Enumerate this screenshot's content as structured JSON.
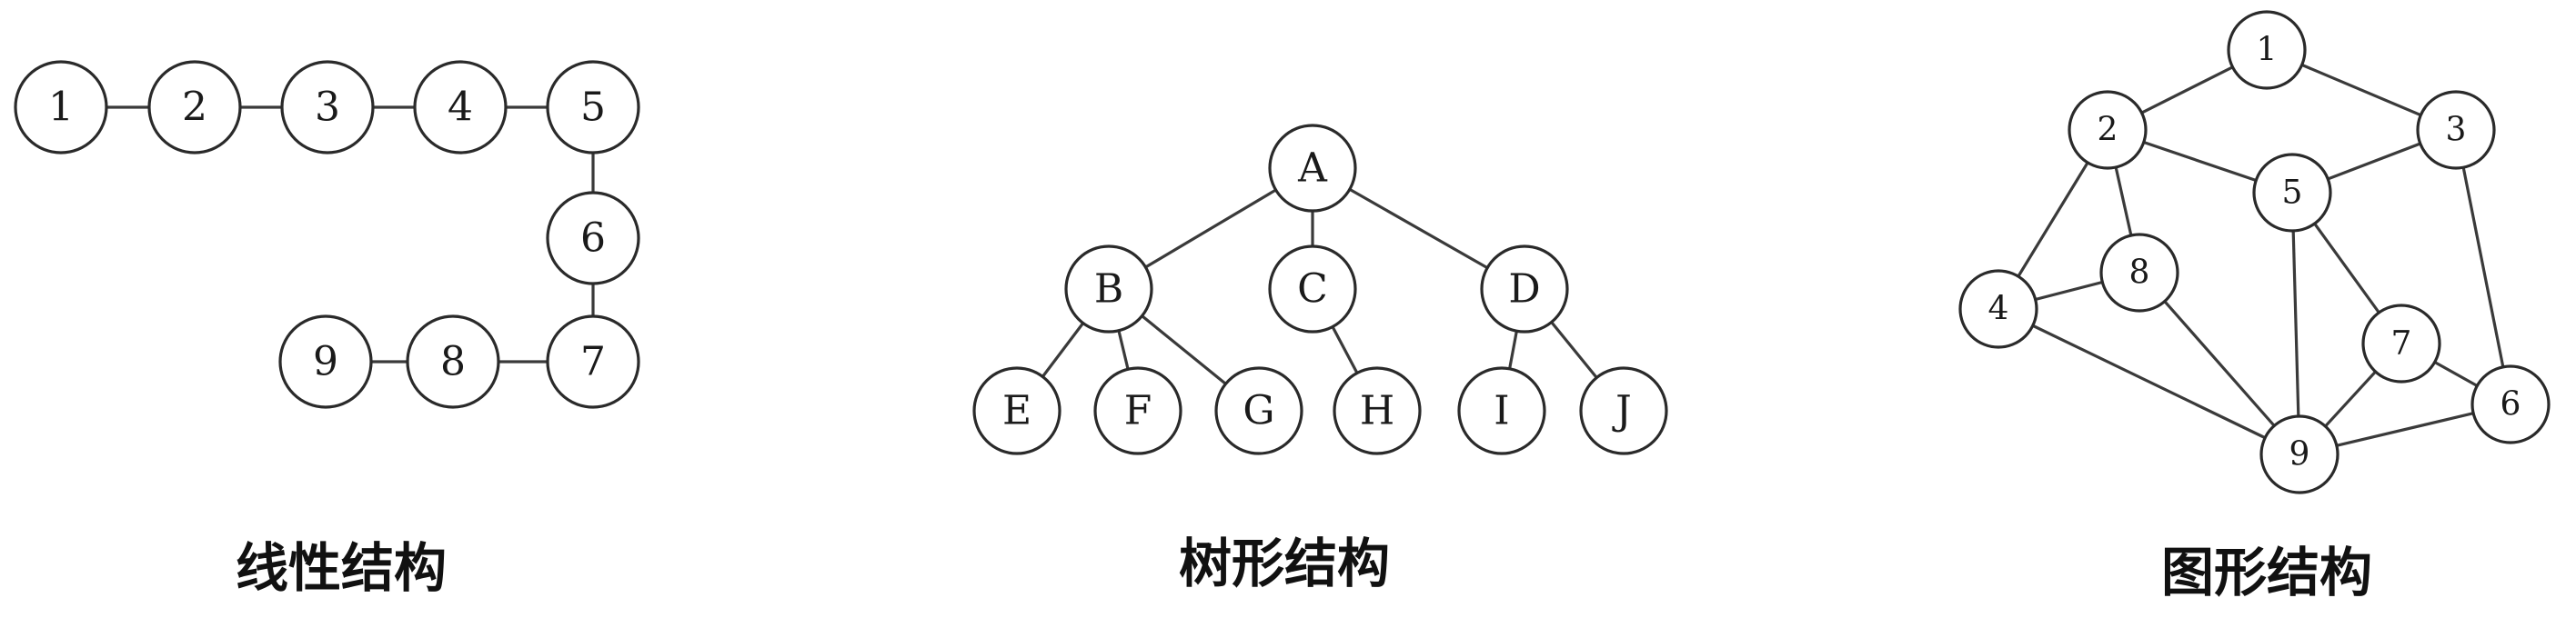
{
  "diagrams": {
    "linear": {
      "caption": "线性结构",
      "nodes": [
        "1",
        "2",
        "3",
        "4",
        "5",
        "6",
        "7",
        "8",
        "9"
      ],
      "edges": [
        [
          "1",
          "2"
        ],
        [
          "2",
          "3"
        ],
        [
          "3",
          "4"
        ],
        [
          "4",
          "5"
        ],
        [
          "5",
          "6"
        ],
        [
          "6",
          "7"
        ],
        [
          "7",
          "8"
        ],
        [
          "8",
          "9"
        ]
      ]
    },
    "tree": {
      "caption": "树形结构",
      "nodes": [
        "A",
        "B",
        "C",
        "D",
        "E",
        "F",
        "G",
        "H",
        "I",
        "J"
      ],
      "edges": [
        [
          "A",
          "B"
        ],
        [
          "A",
          "C"
        ],
        [
          "A",
          "D"
        ],
        [
          "B",
          "E"
        ],
        [
          "B",
          "F"
        ],
        [
          "B",
          "G"
        ],
        [
          "C",
          "H"
        ],
        [
          "D",
          "I"
        ],
        [
          "D",
          "J"
        ]
      ]
    },
    "graph": {
      "caption": "图形结构",
      "nodes": [
        "1",
        "2",
        "3",
        "4",
        "5",
        "6",
        "7",
        "8",
        "9"
      ],
      "edges": [
        [
          "1",
          "2"
        ],
        [
          "1",
          "3"
        ],
        [
          "2",
          "5"
        ],
        [
          "3",
          "5"
        ],
        [
          "2",
          "4"
        ],
        [
          "2",
          "8"
        ],
        [
          "4",
          "8"
        ],
        [
          "8",
          "9"
        ],
        [
          "4",
          "9"
        ],
        [
          "5",
          "9"
        ],
        [
          "5",
          "7"
        ],
        [
          "7",
          "9"
        ],
        [
          "3",
          "6"
        ],
        [
          "7",
          "6"
        ],
        [
          "9",
          "6"
        ]
      ]
    }
  }
}
